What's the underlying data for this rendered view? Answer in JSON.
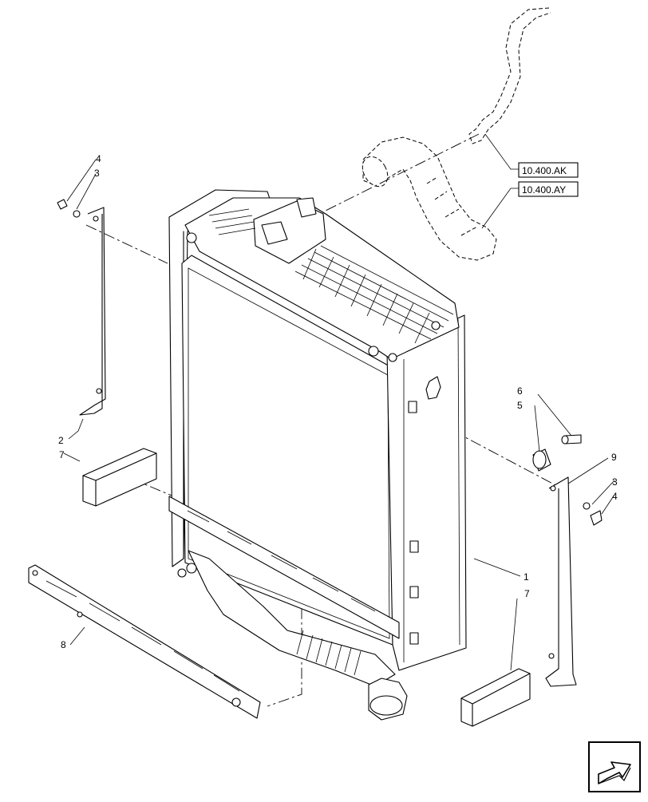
{
  "diagram": {
    "callouts": [
      "1",
      "2",
      "3",
      "3",
      "4",
      "4",
      "5",
      "6",
      "7",
      "7",
      "8",
      "9"
    ],
    "references": [
      "10.400.AK",
      "10.400.AY"
    ],
    "nav_icon": "next-page-arrow-icon"
  }
}
